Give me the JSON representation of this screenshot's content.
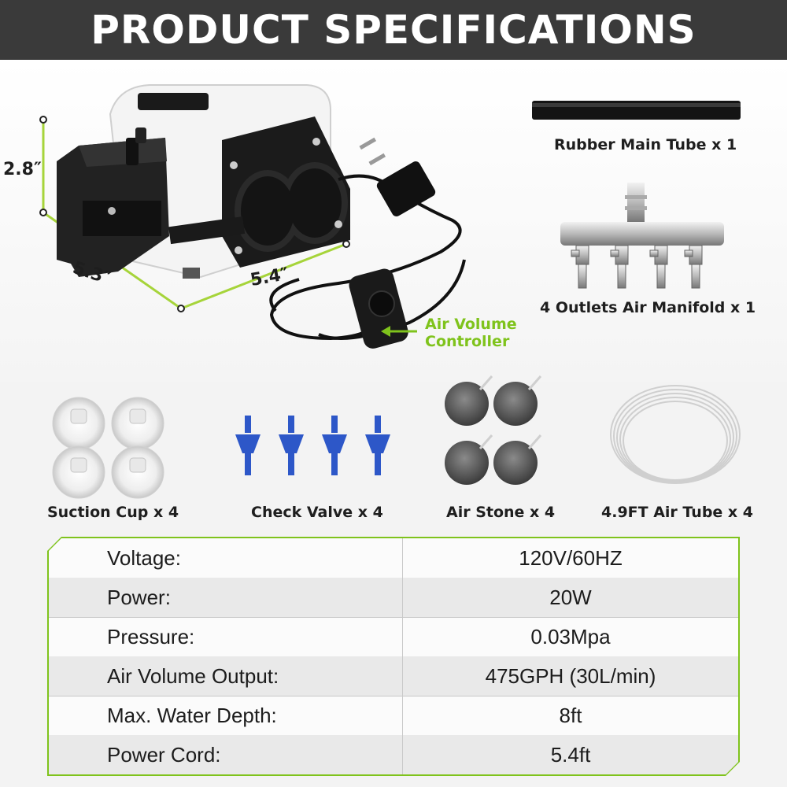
{
  "header": {
    "title": "PRODUCT SPECIFICATIONS"
  },
  "dimensions": {
    "height": "2.8″",
    "depth": "5.3″",
    "width": "5.4″"
  },
  "callout": {
    "line1": "Air Volume",
    "line2": "Controller"
  },
  "accessories": [
    {
      "label": "Rubber Main Tube x 1"
    },
    {
      "label": "4 Outlets Air Manifold x 1"
    },
    {
      "label": "Suction Cup x 4"
    },
    {
      "label": "Check Valve x 4"
    },
    {
      "label": "Air Stone x 4"
    },
    {
      "label": "4.9FT Air Tube x 4"
    }
  ],
  "specs": [
    {
      "label": "Voltage:",
      "value": "120V/60HZ"
    },
    {
      "label": "Power:",
      "value": "20W"
    },
    {
      "label": "Pressure:",
      "value": "0.03Mpa"
    },
    {
      "label": "Air Volume Output:",
      "value": "475GPH (30L/min)"
    },
    {
      "label": "Max. Water Depth:",
      "value": "8ft"
    },
    {
      "label": "Power Cord:",
      "value": "5.4ft"
    }
  ],
  "colors": {
    "accent": "#7fc31c",
    "header_bg": "#3a3a3a"
  }
}
